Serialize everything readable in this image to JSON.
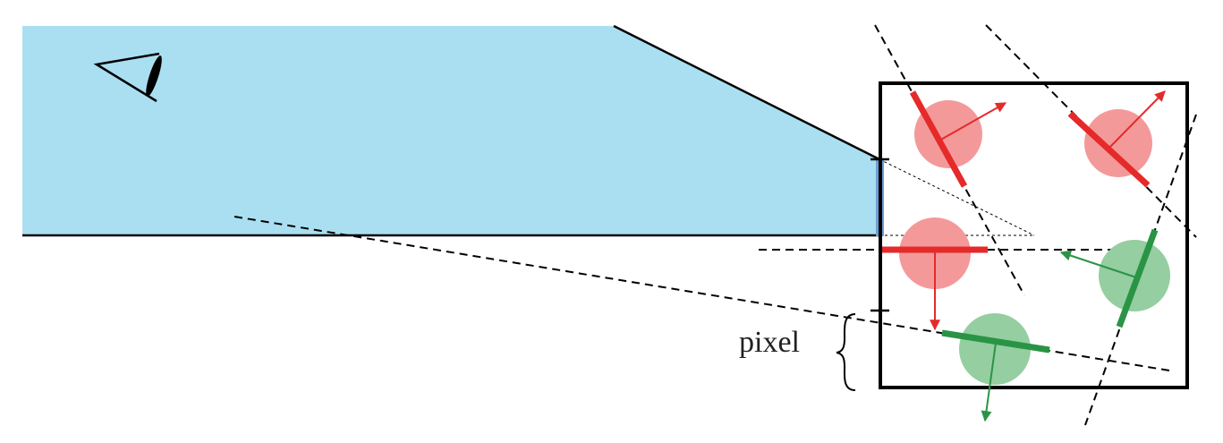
{
  "labels": {
    "pixel": "pixel"
  },
  "colors": {
    "frustum_fill": "#aadff1",
    "pixel_bar": "#6b9fd4",
    "facing_front": "#e52a2a",
    "facing_front_disc": "#f4999a",
    "facing_back": "#2a9445",
    "facing_back_disc": "#95cea0",
    "outline": "#000000"
  },
  "surfels": [
    {
      "facing": "front",
      "icon": "arrow-icon"
    },
    {
      "facing": "front",
      "icon": "arrow-icon"
    },
    {
      "facing": "front",
      "icon": "arrow-icon"
    },
    {
      "facing": "back",
      "icon": "arrow-icon"
    },
    {
      "facing": "back",
      "icon": "arrow-icon"
    }
  ],
  "icons": {
    "viewer": "eye-icon",
    "pixel_extent": "curly-brace-icon"
  }
}
